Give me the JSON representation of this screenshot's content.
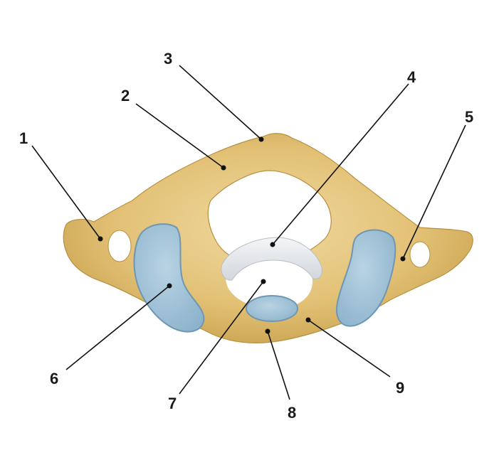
{
  "figure": {
    "subject": "atlas-vertebra-superior-view",
    "colors": {
      "bone": "#E3C277",
      "bone_shadow": "#C9A24F",
      "bone_highlight": "#F2DFA6",
      "cartilage": "#9FC0D6",
      "cartilage_edge": "#6F97B3",
      "ligament": "#E4E7EA",
      "leader_line": "#111111"
    }
  },
  "labels": [
    {
      "id": "1",
      "text": "1"
    },
    {
      "id": "2",
      "text": "2"
    },
    {
      "id": "3",
      "text": "3"
    },
    {
      "id": "4",
      "text": "4"
    },
    {
      "id": "5",
      "text": "5"
    },
    {
      "id": "6",
      "text": "6"
    },
    {
      "id": "7",
      "text": "7"
    },
    {
      "id": "8",
      "text": "8"
    },
    {
      "id": "9",
      "text": "9"
    }
  ]
}
